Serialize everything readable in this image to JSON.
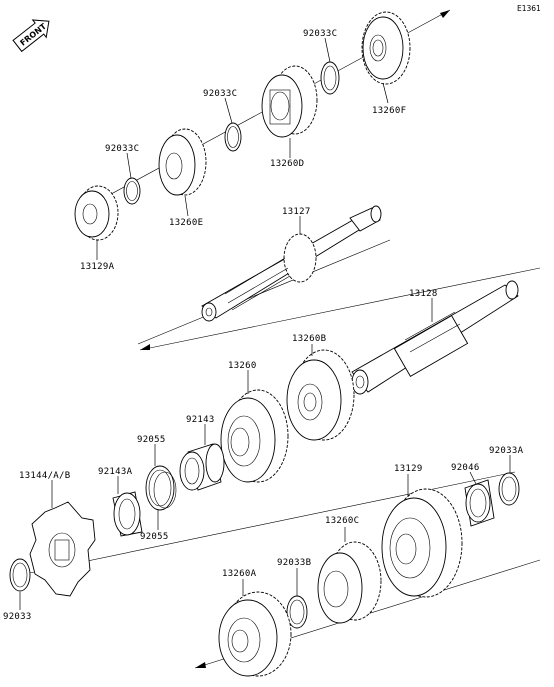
{
  "diagram_code": "E1361",
  "front_badge": "FRONT",
  "labels": {
    "c1": "92033C",
    "c2": "92033C",
    "c3": "92033C",
    "g13260F": "13260F",
    "g13260D": "13260D",
    "g13260E": "13260E",
    "g13129A": "13129A",
    "s13127": "13127",
    "s13128": "13128",
    "g13260B": "13260B",
    "g13260": "13260",
    "b92143": "92143",
    "r92055a": "92055",
    "r92055b": "92055",
    "b92143A": "92143A",
    "sp13144": "13144/A/B",
    "c92033": "92033",
    "g13129": "13129",
    "n92046": "92046",
    "c92033A": "92033A",
    "g13260C": "13260C",
    "c92033B": "92033B",
    "g13260A": "13260A"
  }
}
